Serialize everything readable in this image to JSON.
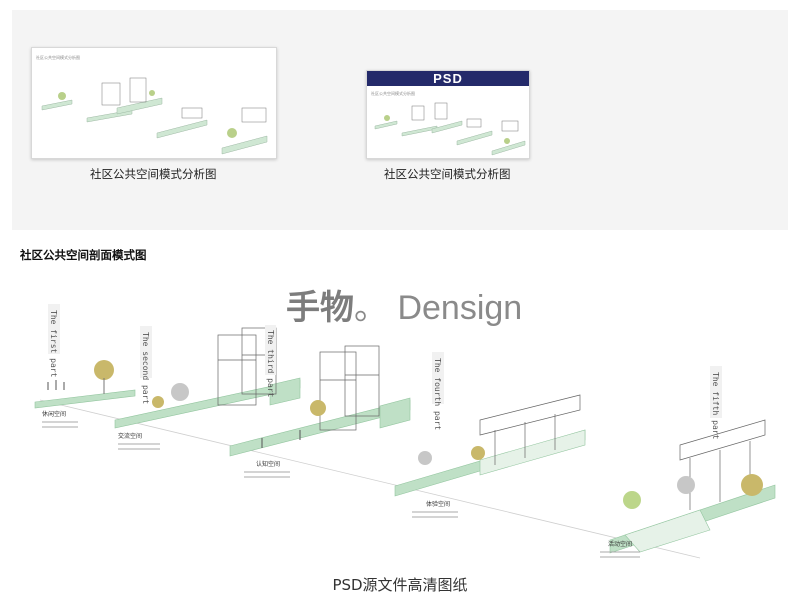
{
  "thumbnails": [
    {
      "caption": "社区公共空间模式分析图",
      "inner_title": "社区公共空间模式分析图"
    },
    {
      "caption": "社区公共空间模式分析图",
      "badge": "PSD",
      "inner_title": "社区公共空间模式分析图"
    }
  ],
  "section_title": "社区公共空间剖面模式图",
  "watermark": {
    "hand": "手物",
    "dot": "。",
    "brand": "Densign"
  },
  "parts": [
    {
      "label": "The first part",
      "space": "休闲空间"
    },
    {
      "label": "The second part",
      "space": "交流空间"
    },
    {
      "label": "The third part",
      "space": "认知空间"
    },
    {
      "label": "The fourth part",
      "space": "体验空间"
    },
    {
      "label": "The fifth part",
      "space": "活动空间"
    }
  ],
  "footer": "PSD源文件高清图纸",
  "colors": {
    "green": "#bfe0c6",
    "green_dark": "#93c59f",
    "navy": "#242a6a"
  }
}
